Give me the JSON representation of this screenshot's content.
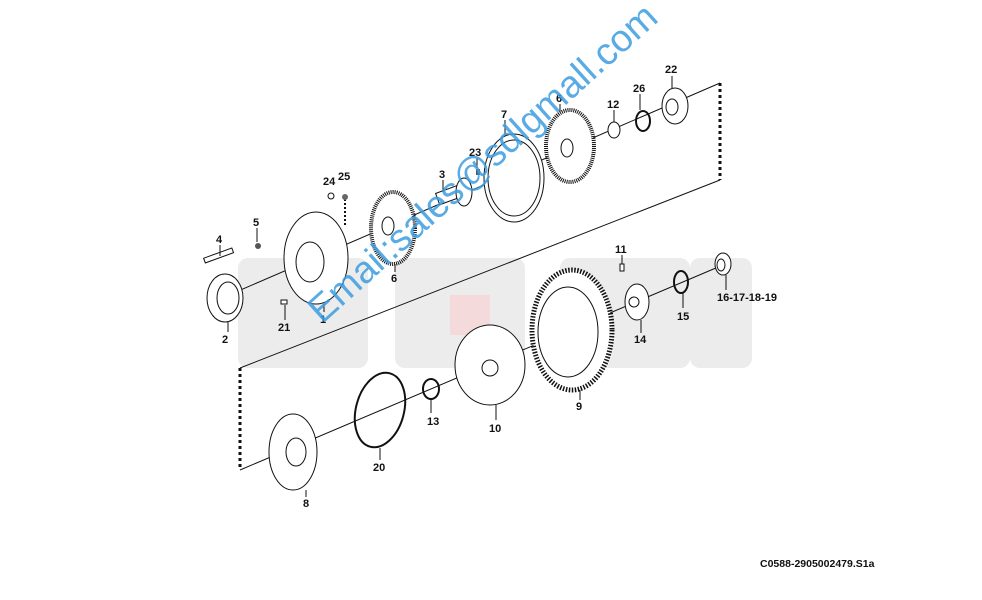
{
  "diagram": {
    "type": "exploded parts diagram",
    "drawing_code": "C0588-2905002479.S1a",
    "watermark_logo": "SDLG",
    "watermark_text": "Email:sales@sdlgmall.com",
    "colors": {
      "line": "#111111",
      "watermark_logo": "#e8e8e8",
      "watermark_accent": "#f4dede",
      "watermark_text": "#3b9de0"
    },
    "labels": {
      "p1": "1",
      "p2": "2",
      "p3": "3",
      "p4": "4",
      "p5": "5",
      "p6a": "6",
      "p6b": "6",
      "p7": "7",
      "p8": "8",
      "p9": "9",
      "p10": "10",
      "p11": "11",
      "p12": "12",
      "p13": "13",
      "p14": "14",
      "p15": "15",
      "p16": "16-17-18-19",
      "p20": "20",
      "p21": "21",
      "p22": "22",
      "p23": "23",
      "p24": "24",
      "p25": "25",
      "p26": "26"
    }
  }
}
